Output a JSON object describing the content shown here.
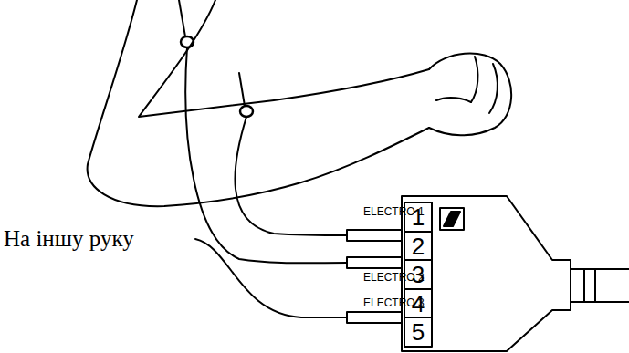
{
  "diagram": {
    "labels": [
      "ELECTRO 1",
      "ELECTRO 2",
      "ELECTRO 3",
      "На іншу руку",
      "1",
      "2",
      "3",
      "4",
      "5"
    ]
  }
}
